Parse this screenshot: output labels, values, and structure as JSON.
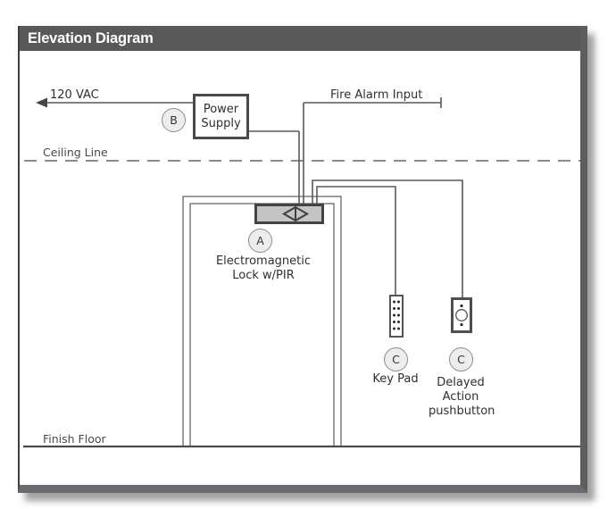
{
  "title": "Elevation Diagram",
  "annotations": {
    "vac": "120 VAC",
    "fire_alarm": "Fire Alarm Input",
    "ceiling_line": "Ceiling Line",
    "finish_floor": "Finish Floor"
  },
  "components": {
    "power_supply": {
      "tag": "B",
      "label": "Power Supply"
    },
    "em_lock": {
      "tag": "A",
      "label": "Electromagnetic Lock w/PIR"
    },
    "keypad": {
      "tag": "C",
      "label": "Key Pad"
    },
    "pushbutton": {
      "tag": "C",
      "label": "Delayed Action pushbutton"
    }
  },
  "colors": {
    "titlebar": "#595959",
    "wire": "#5a5a5a",
    "door": "#7d7d7d",
    "lock_fill": "#c4c4c4",
    "tag_fill": "#ededed"
  }
}
